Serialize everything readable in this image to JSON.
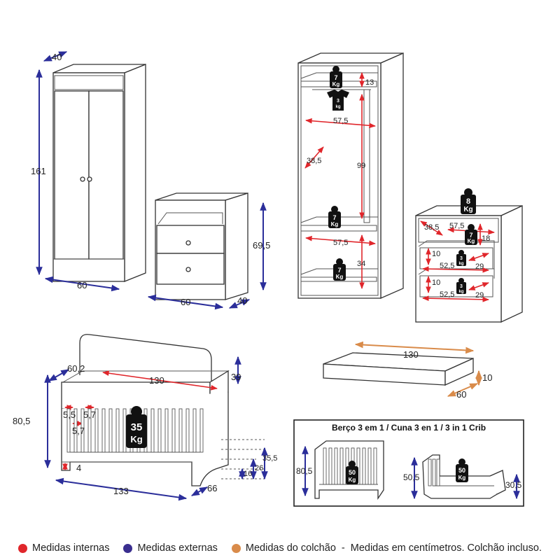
{
  "colors": {
    "internal": "#e0262b",
    "external": "#2b2e9a",
    "mattress": "#d98b4a",
    "weight_badge": "#111111"
  },
  "wardrobe": {
    "depth": "40",
    "height": "161",
    "width": "60"
  },
  "nightstand": {
    "height": "69,5",
    "width": "60",
    "depth": "40"
  },
  "wardrobe_internal": {
    "weight_top": "7",
    "weight_top_unit": "Kg",
    "weight_hanger": "3",
    "weight_hanger_unit": "kg",
    "weight_mid": "7",
    "weight_mid_unit": "Kg",
    "weight_bottom": "7",
    "weight_bottom_unit": "Kg",
    "top_gap": "13",
    "hanging_width": "57,5",
    "hanging_height": "99",
    "shelf_depth": "38,5",
    "lower_width": "57,5",
    "lower_height": "34"
  },
  "nightstand_internal": {
    "weight_top": "8",
    "weight_top_unit": "Kg",
    "weight_shelf": "7",
    "weight_shelf_unit": "Kg",
    "weight_drawer": "3",
    "weight_drawer_unit": "kg",
    "depth": "38,5",
    "width": "57,5",
    "shelf_height": "18",
    "drawer1_height": "10",
    "drawer1_width": "52,5",
    "drawer1_depth": "29",
    "drawer2_height": "10",
    "drawer2_width": "52,5",
    "drawer2_depth": "29"
  },
  "crib": {
    "depth": "60,2",
    "mattress_length": "130",
    "headboard_height": "39",
    "height": "80,5",
    "slat_gap_a": "5,5",
    "slat_gap_b": "5,7",
    "slat_gap_c": "5,7",
    "weight": "35",
    "weight_unit": "Kg",
    "base_gap": "4",
    "length": "133",
    "width": "66",
    "bed_level_a": "35,5",
    "bed_level_b": "26",
    "bed_level_c": "16"
  },
  "mattress": {
    "length": "130",
    "height": "10",
    "width": "60"
  },
  "conversion": {
    "title": "Berço 3 em 1 / Cuna 3 en 1 / 3 in 1 Crib",
    "crib_height": "80,5",
    "crib_weight": "50",
    "crib_weight_unit": "Kg",
    "bed_height": "50,5",
    "bed_weight": "50",
    "bed_weight_unit": "Kg",
    "bed_low": "30,5"
  },
  "legend": {
    "internal": "Medidas internas",
    "external": "Medidas externas",
    "mattress": "Medidas do colchão",
    "separator": "-",
    "note": "Medidas em centímetros. Colchão incluso."
  }
}
